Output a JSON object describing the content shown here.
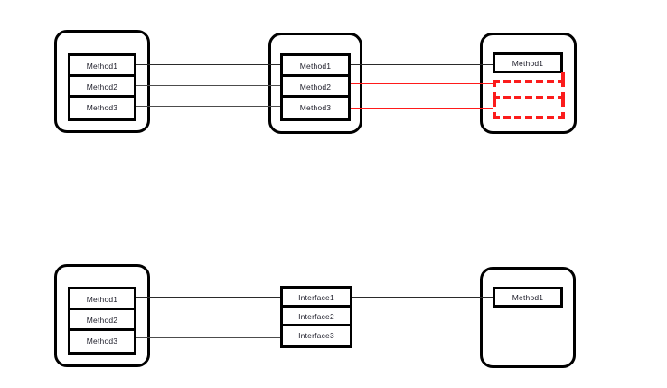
{
  "diagram": {
    "title": "",
    "colors": {
      "outline": "#000000",
      "connector": "#4c4c4c",
      "highlight_red": "#fb1c1c",
      "background": "#ffffff",
      "text": "#1c1c28"
    },
    "top_row": {
      "left_component": {
        "name": "",
        "methods": [
          "Method1",
          "Method2",
          "Method3"
        ]
      },
      "middle_component": {
        "name": "",
        "methods": [
          "Method1",
          "Method2",
          "Method3"
        ]
      },
      "right_component": {
        "name": "",
        "methods": [
          "Method1"
        ],
        "missing_methods_count": 2,
        "missing_style": "red-dashed-placeholder"
      },
      "connections": [
        {
          "from": "Method1",
          "to": "Method1",
          "style": "solid",
          "color": "#4c4c4c"
        },
        {
          "from": "Method2",
          "to": "Method2",
          "style": "solid",
          "color": "#4c4c4c"
        },
        {
          "from": "Method3",
          "to": "Method3",
          "style": "solid",
          "color": "#4c4c4c"
        },
        {
          "from": "Method1",
          "to": "Method1",
          "style": "solid",
          "color": "#2a2a2a"
        },
        {
          "from": "Method2",
          "to": "missing-placeholder-1",
          "style": "solid",
          "color": "#fb1c1c"
        },
        {
          "from": "Method3",
          "to": "missing-placeholder-2",
          "style": "solid",
          "color": "#fb1c1c"
        }
      ]
    },
    "bottom_row": {
      "left_component": {
        "name": "",
        "methods": [
          "Method1",
          "Method2",
          "Method3"
        ]
      },
      "middle_component": {
        "name": "",
        "interfaces": [
          "Interface1",
          "Interface2",
          "Interface3"
        ]
      },
      "right_component": {
        "name": "",
        "methods": [
          "Method1"
        ]
      },
      "connections": [
        {
          "from": "Method1",
          "to": "Interface1",
          "style": "solid",
          "color": "#2a2a2a"
        },
        {
          "from": "Method2",
          "to": "Interface2",
          "style": "solid",
          "color": "#4c4c4c"
        },
        {
          "from": "Method3",
          "to": "Interface3",
          "style": "solid",
          "color": "#4c4c4c"
        },
        {
          "from": "Interface1",
          "to": "Method1",
          "style": "solid",
          "color": "#2a2a2a"
        }
      ]
    }
  }
}
